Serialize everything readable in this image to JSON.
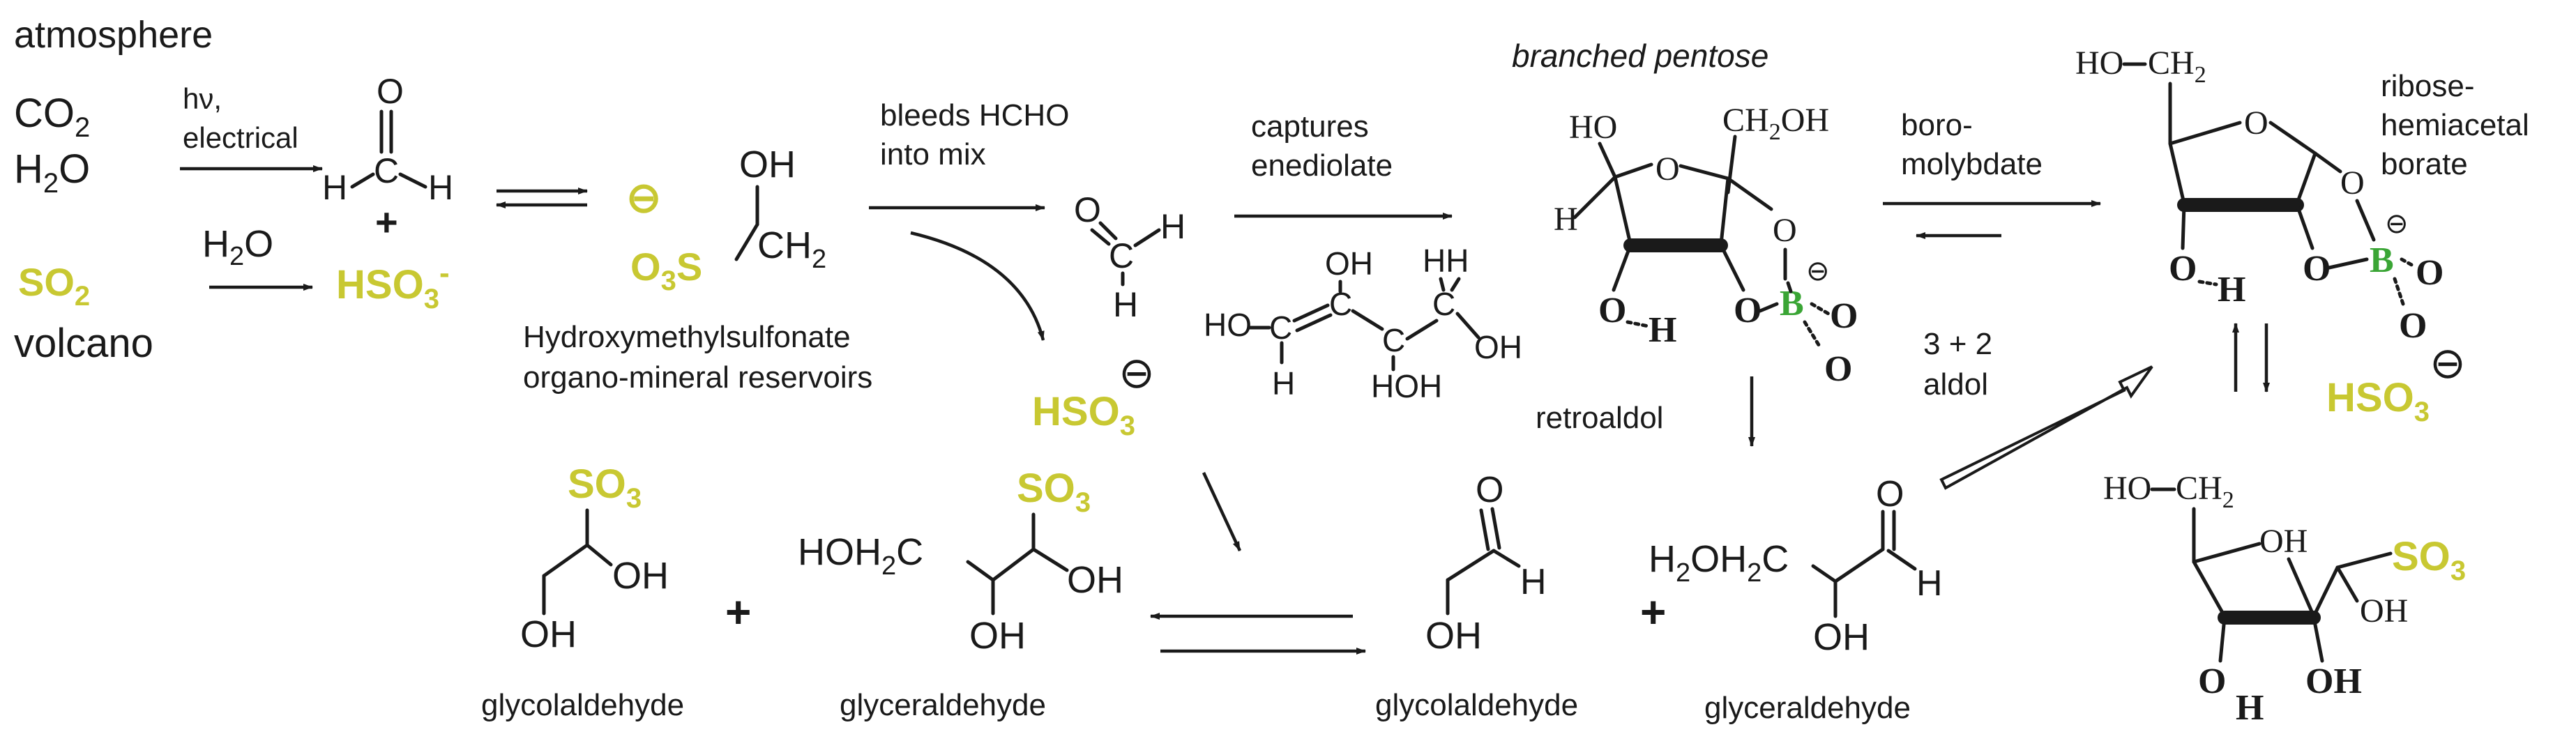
{
  "sources": {
    "atmosphere": "atmosphere",
    "co2": "CO",
    "co2_sub": "2",
    "h2o": "H",
    "h2o_sub": "2",
    "h2o_tail": "O",
    "so2": "SO",
    "so2_sub": "2",
    "volcano": "volcano",
    "hv": "hν,",
    "electrical": "electrical",
    "h2o_arrow": "H",
    "h2o_arrow_sub": "2",
    "h2o_arrow_tail": "O"
  },
  "formaldehyde": {
    "o": "O",
    "c": "C",
    "h1": "H",
    "h2": "H",
    "plus": "+"
  },
  "bisulfite": {
    "hso": "HSO",
    "sub": "3",
    "sup": "-"
  },
  "sulfonate": {
    "charge": "⊖",
    "o3s": "O",
    "o3s_sub": "3",
    "o3s_s": "S",
    "oh": "OH",
    "ch2": "CH",
    "ch2_sub": "2",
    "caption1": "Hydroxymethylsulfonate",
    "caption2": "organo-mineral reservoirs"
  },
  "bleed": {
    "label1": "bleeds HCHO",
    "label2": "into mix",
    "o": "O",
    "c": "C",
    "h1": "H",
    "h2": "H",
    "hso": "HSO",
    "sub": "3",
    "charge": "⊖"
  },
  "enediolate": {
    "label1": "captures",
    "label2": "enediolate",
    "ho_left": "HO",
    "c1": "C",
    "h_bottom": "H",
    "oh_top": "OH",
    "c2": "C",
    "c3": "C",
    "hoh_bottom": "HOH",
    "hh_top": "HH",
    "c4": "C",
    "oh_right": "OH"
  },
  "pentose": {
    "title": "branched pentose",
    "ho": "HO",
    "ch2oh": "CH",
    "ch2oh_sub": "2",
    "ch2oh_tail": "OH",
    "ring_o": "O",
    "h_left": "H",
    "o_ester": "O",
    "o_bottom_left": "O",
    "h_bridge": "H",
    "o_bottom_right": "O",
    "b": "B",
    "b_charge": "⊖",
    "o_b1": "O",
    "o_b2": "O",
    "retroaldol": "retroaldol"
  },
  "boro": {
    "label1": "boro-",
    "label2": "molybdate",
    "aldol1": "3 + 2",
    "aldol2": "aldol"
  },
  "ribose_borate": {
    "ho_ch2": "HO",
    "ch2": "CH",
    "ch2_sub": "2",
    "ring_o": "O",
    "label1": "ribose-",
    "label2": "hemiacetal",
    "label3": "borate",
    "o_ester": "O",
    "o_left": "O",
    "h_bridge": "H",
    "o_right": "O",
    "b": "B",
    "b_charge": "⊖",
    "o_b1": "O",
    "o_b2": "O",
    "hso": "HSO",
    "sub": "3",
    "charge": "⊖"
  },
  "ribose_sulfonate": {
    "ho_ch2": "HO",
    "ch2": "CH",
    "ch2_sub": "2",
    "oh1": "OH",
    "so": "SO",
    "so_sub": "3",
    "oh2": "OH",
    "o_bottom": "O",
    "h_bottom": "H",
    "oh_bottom": "OH"
  },
  "bottom_adducts": {
    "glycol_so": "SO",
    "glycol_sub": "3",
    "glycol_oh1": "OH",
    "glycol_oh2": "OH",
    "glycol_name": "glycolaldehyde",
    "plus": "+",
    "glycer_so": "SO",
    "glycer_sub": "3",
    "glycer_hoh": "HOH",
    "glycer_hoh_sub": "2",
    "glycer_c": "C",
    "glycer_oh1": "OH",
    "glycer_oh2": "OH",
    "glycer_name": "glyceraldehyde"
  },
  "bottom_aldehydes": {
    "glycol_o": "O",
    "glycol_h": "H",
    "glycol_oh": "OH",
    "glycol_name": "glycolaldehyde",
    "plus": "+",
    "glycer_h2o": "H",
    "glycer_h2o_sub": "2",
    "glycer_oh2c": "OH",
    "glycer_oh2c_sub": "2",
    "glycer_c": "C",
    "glycer_o": "O",
    "glycer_h": "H",
    "glycer_oh": "OH",
    "glycer_name": "glyceraldehyde"
  },
  "colors": {
    "sulfur": "#c8c832",
    "boron": "#3aa535",
    "ink": "#1a1a1a"
  }
}
